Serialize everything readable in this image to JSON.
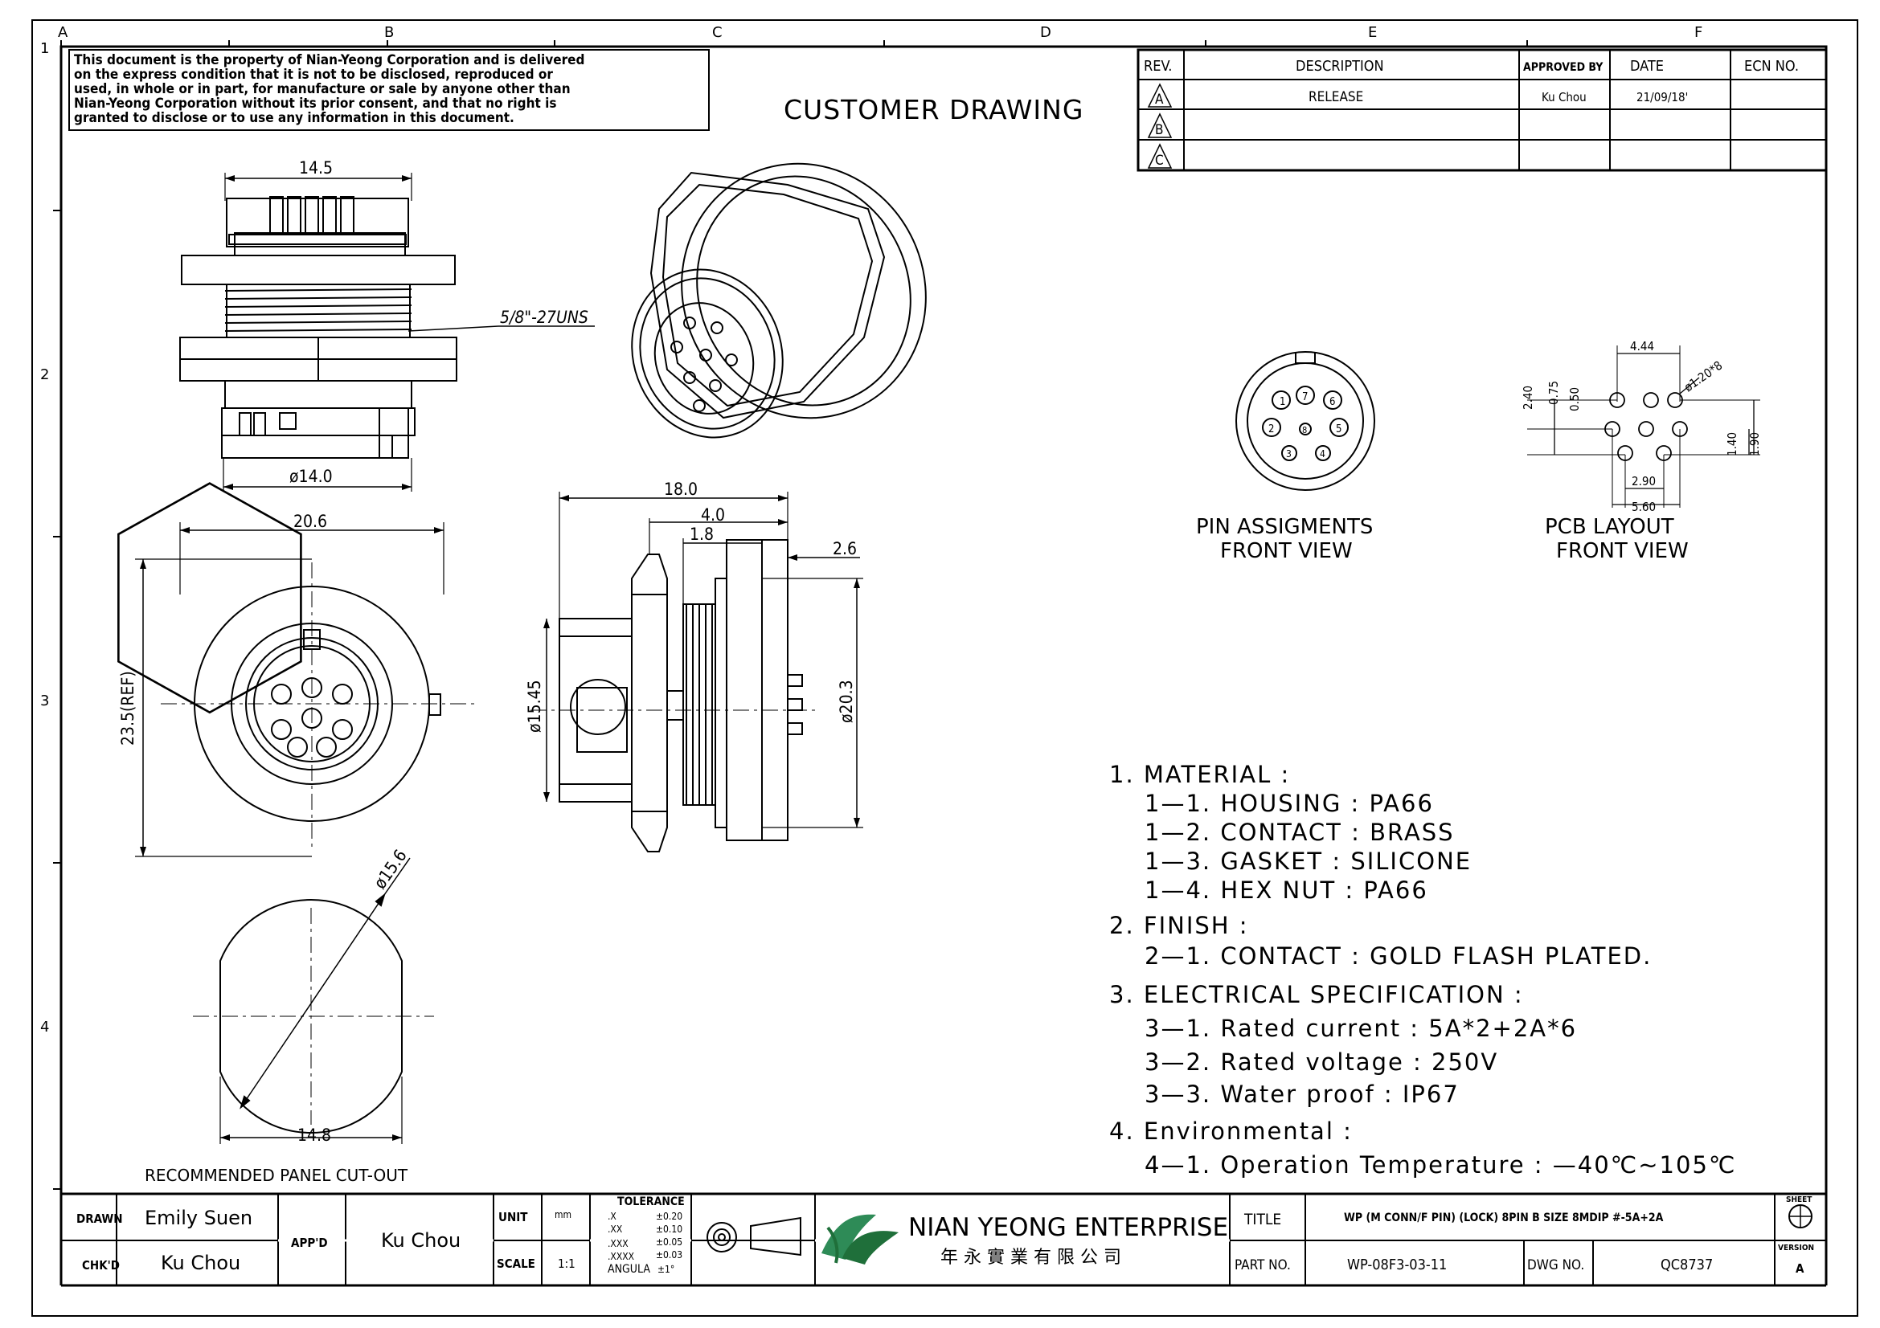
{
  "zone_letters": [
    "A",
    "B",
    "C",
    "D",
    "E",
    "F"
  ],
  "zone_numbers": [
    "1",
    "2",
    "3",
    "4"
  ],
  "notice": [
    "This document is the property of Nian-Yeong Corporation and is delivered",
    "on  the   express condition that it is not to be disclosed, reproduced or",
    "used, in whole or in part, for manufacture or sale by anyone other than",
    "Nian-Yeong Corporation without  its prior consent, and that  no right  is",
    "granted to disclose or to use any information in this  document."
  ],
  "drawing_heading": "CUSTOMER DRAWING",
  "revision_table": {
    "headers": [
      "REV.",
      "DESCRIPTION",
      "APPROVED BY",
      "DATE",
      "ECN NO."
    ],
    "rows": [
      {
        "rev": "A",
        "description": "RELEASE",
        "approved_by": "Ku Chou",
        "date": "21/09/18'",
        "ecn": ""
      },
      {
        "rev": "B",
        "description": "",
        "approved_by": "",
        "date": "",
        "ecn": ""
      },
      {
        "rev": "C",
        "description": "",
        "approved_by": "",
        "date": "",
        "ecn": ""
      }
    ]
  },
  "dimensions": {
    "top_width": "14.5",
    "thread": "5/8\"-27UNS",
    "top_dia": "ø14.0",
    "front_width": "20.6",
    "front_height": "23.5(REF)",
    "side_overall": "18.0",
    "side_a": "4.0",
    "side_b": "1.8",
    "side_c": "2.6",
    "side_dia_small": "ø15.45",
    "side_dia_large": "ø20.3",
    "cutout_dia": "ø15.6",
    "cutout_flat": "14.8"
  },
  "pin_numbers": [
    "1",
    "2",
    "3",
    "4",
    "5",
    "6",
    "7",
    "8"
  ],
  "pin_view_label": [
    "PIN  ASSIGMENTS",
    "FRONT  VIEW"
  ],
  "pcb": {
    "dims": {
      "w444": "4.44",
      "h240": "2.40",
      "h075": "0.75",
      "h050": "0.50",
      "h140": "1.40",
      "h190": "1.90",
      "w290": "2.90",
      "w560": "5.60",
      "hole": "ø1.20*8"
    },
    "label": [
      "PCB  LAYOUT",
      "FRONT  VIEW"
    ]
  },
  "cutout_label": "RECOMMENDED  PANEL  CUT-OUT",
  "notes": [
    "1.  MATERIAL  :",
    "1—1.  HOUSING  :  PA66",
    "1—2.  CONTACT  :  BRASS",
    "1—3.  GASKET  :  SILICONE",
    "1—4.  HEX  NUT  :  PA66",
    "2.  FINISH  :",
    "2—1.  CONTACT  :  GOLD  FLASH  PLATED.",
    "3.  ELECTRICAL  SPECIFICATION  :",
    "3—1.  Rated  current  :  5A*2+2A*6",
    "3—2.  Rated  voltage  :  250V",
    "3—3.  Water  proof  :  IP67",
    "4.  Environmental  :",
    "4—1.  Operation  Temperature  :  —40℃~105℃"
  ],
  "title_block": {
    "drawn_label": "DRAWN",
    "drawn": "Emily Suen",
    "chkd_label": "CHK'D",
    "chkd": "Ku Chou",
    "appd_label": "APP'D",
    "appd": "Ku Chou",
    "unit_label": "UNIT",
    "unit": "mm",
    "scale_label": "SCALE",
    "scale": "1:1",
    "tolerance_label": "TOLERANCE",
    "tolerances": [
      {
        "k": ".X",
        "v": "±0.20"
      },
      {
        "k": ".XX",
        "v": "±0.10"
      },
      {
        "k": ".XXX",
        "v": "±0.05"
      },
      {
        "k": ".XXXX",
        "v": "±0.03"
      },
      {
        "k": "ANGULA",
        "v": "±1°"
      }
    ],
    "company": "NIAN YEONG ENTERPRISE",
    "company_cn": "年 永 實 業 有 限 公 司",
    "title_label": "TITLE",
    "title": "WP (M CONN/F PIN) (LOCK) 8PIN B SIZE 8MDIP #-5A+2A",
    "partno_label": "PART NO.",
    "partno": "WP-08F3-03-11",
    "dwgno_label": "DWG NO.",
    "dwgno": "QC8737",
    "sheet_label": "SHEET",
    "version_label": "VERSION",
    "version": "A"
  }
}
